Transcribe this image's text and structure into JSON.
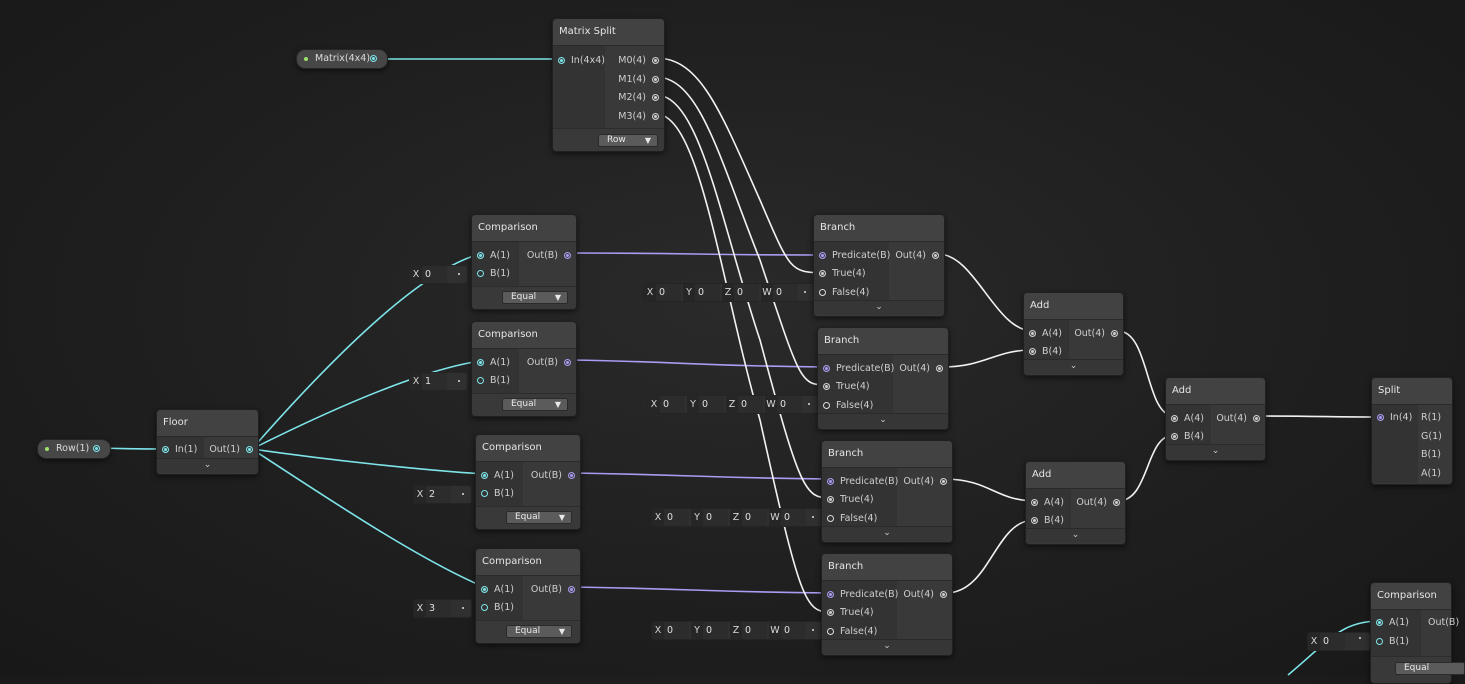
{
  "properties": {
    "matrix": {
      "label": "Matrix(4x4)"
    },
    "row": {
      "label": "Row(1)"
    }
  },
  "matrix_split": {
    "title": "Matrix Split",
    "input": "In(4x4)",
    "outputs": [
      "M0(4)",
      "M1(4)",
      "M2(4)",
      "M3(4)"
    ],
    "mode": "Row"
  },
  "floor": {
    "title": "Floor",
    "input": "In(1)",
    "output": "Out(1)"
  },
  "comparisons": [
    {
      "title": "Comparison",
      "a": "A(1)",
      "b": "B(1)",
      "out": "Out(B)",
      "mode": "Equal",
      "x_label": "X",
      "x_value": "0"
    },
    {
      "title": "Comparison",
      "a": "A(1)",
      "b": "B(1)",
      "out": "Out(B)",
      "mode": "Equal",
      "x_label": "X",
      "x_value": "1"
    },
    {
      "title": "Comparison",
      "a": "A(1)",
      "b": "B(1)",
      "out": "Out(B)",
      "mode": "Equal",
      "x_label": "X",
      "x_value": "2"
    },
    {
      "title": "Comparison",
      "a": "A(1)",
      "b": "B(1)",
      "out": "Out(B)",
      "mode": "Equal",
      "x_label": "X",
      "x_value": "3"
    }
  ],
  "branches": [
    {
      "title": "Branch",
      "predicate": "Predicate(B)",
      "true_port": "True(4)",
      "false_port": "False(4)",
      "out": "Out(4)"
    },
    {
      "title": "Branch",
      "predicate": "Predicate(B)",
      "true_port": "True(4)",
      "false_port": "False(4)",
      "out": "Out(4)"
    },
    {
      "title": "Branch",
      "predicate": "Predicate(B)",
      "true_port": "True(4)",
      "false_port": "False(4)",
      "out": "Out(4)"
    },
    {
      "title": "Branch",
      "predicate": "Predicate(B)",
      "true_port": "True(4)",
      "false_port": "False(4)",
      "out": "Out(4)"
    }
  ],
  "false_vector": {
    "x_label": "X",
    "y_label": "Y",
    "z_label": "Z",
    "w_label": "W",
    "value": "0"
  },
  "adds": [
    {
      "title": "Add",
      "a": "A(4)",
      "b": "B(4)",
      "out": "Out(4)"
    },
    {
      "title": "Add",
      "a": "A(4)",
      "b": "B(4)",
      "out": "Out(4)"
    },
    {
      "title": "Add",
      "a": "A(4)",
      "b": "B(4)",
      "out": "Out(4)"
    }
  ],
  "split": {
    "title": "Split",
    "input": "In(4)",
    "outputs": [
      "R(1)",
      "G(1)",
      "B(1)",
      "A(1)"
    ]
  },
  "comparison_partial": {
    "title": "Comparison",
    "a": "A(1)",
    "b": "B(1)",
    "out": "Out(B)",
    "mode": "Equal",
    "x_label": "X",
    "x_value": "0"
  },
  "expand_icon": "⌄",
  "colors": {
    "background": "#1f1f1f",
    "float_wire": "#7ee6ea",
    "bool_wire": "#a99cf2",
    "vector_wire": "#f2f2f2",
    "node": "#393939"
  }
}
